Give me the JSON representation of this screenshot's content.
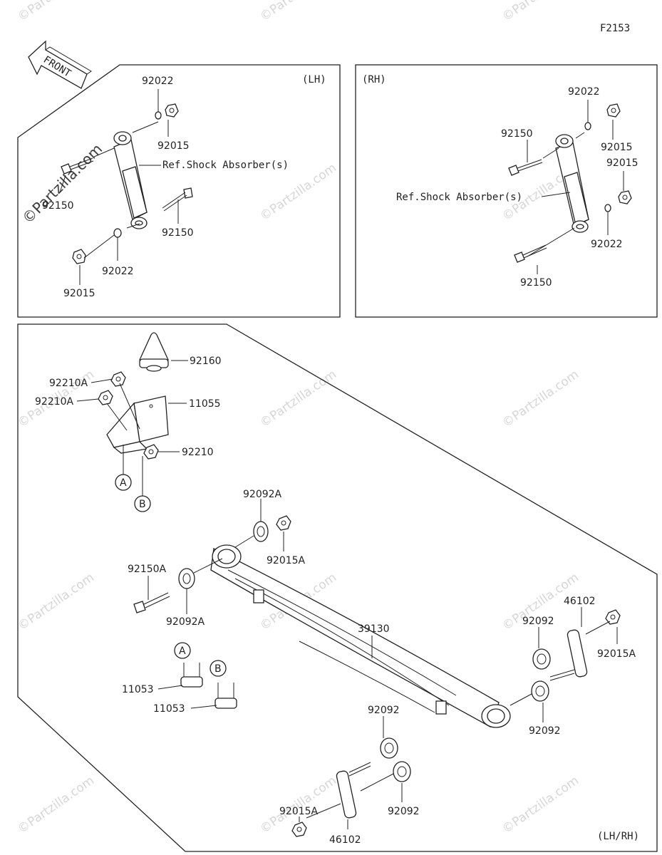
{
  "figure_id": "F2153",
  "direction_label": "FRONT",
  "panels": {
    "lh": {
      "tag": "(LH)"
    },
    "rh": {
      "tag": "(RH)"
    },
    "lower": {
      "tag": "(LH/RH)"
    }
  },
  "ref_label": "Ref.Shock Absorber(s)",
  "parts": {
    "p92022": "92022",
    "p92015": "92015",
    "p92150": "92150",
    "p92160": "92160",
    "p11055": "11055",
    "p92210A": "92210A",
    "p92210": "92210",
    "p92092A": "92092A",
    "p92015A": "92015A",
    "p92150A": "92150A",
    "p39130": "39130",
    "p92092": "92092",
    "p46102": "46102",
    "p11053": "11053"
  },
  "callouts": {
    "a": "A",
    "b": "B"
  },
  "watermark": "©Partzilla.com"
}
